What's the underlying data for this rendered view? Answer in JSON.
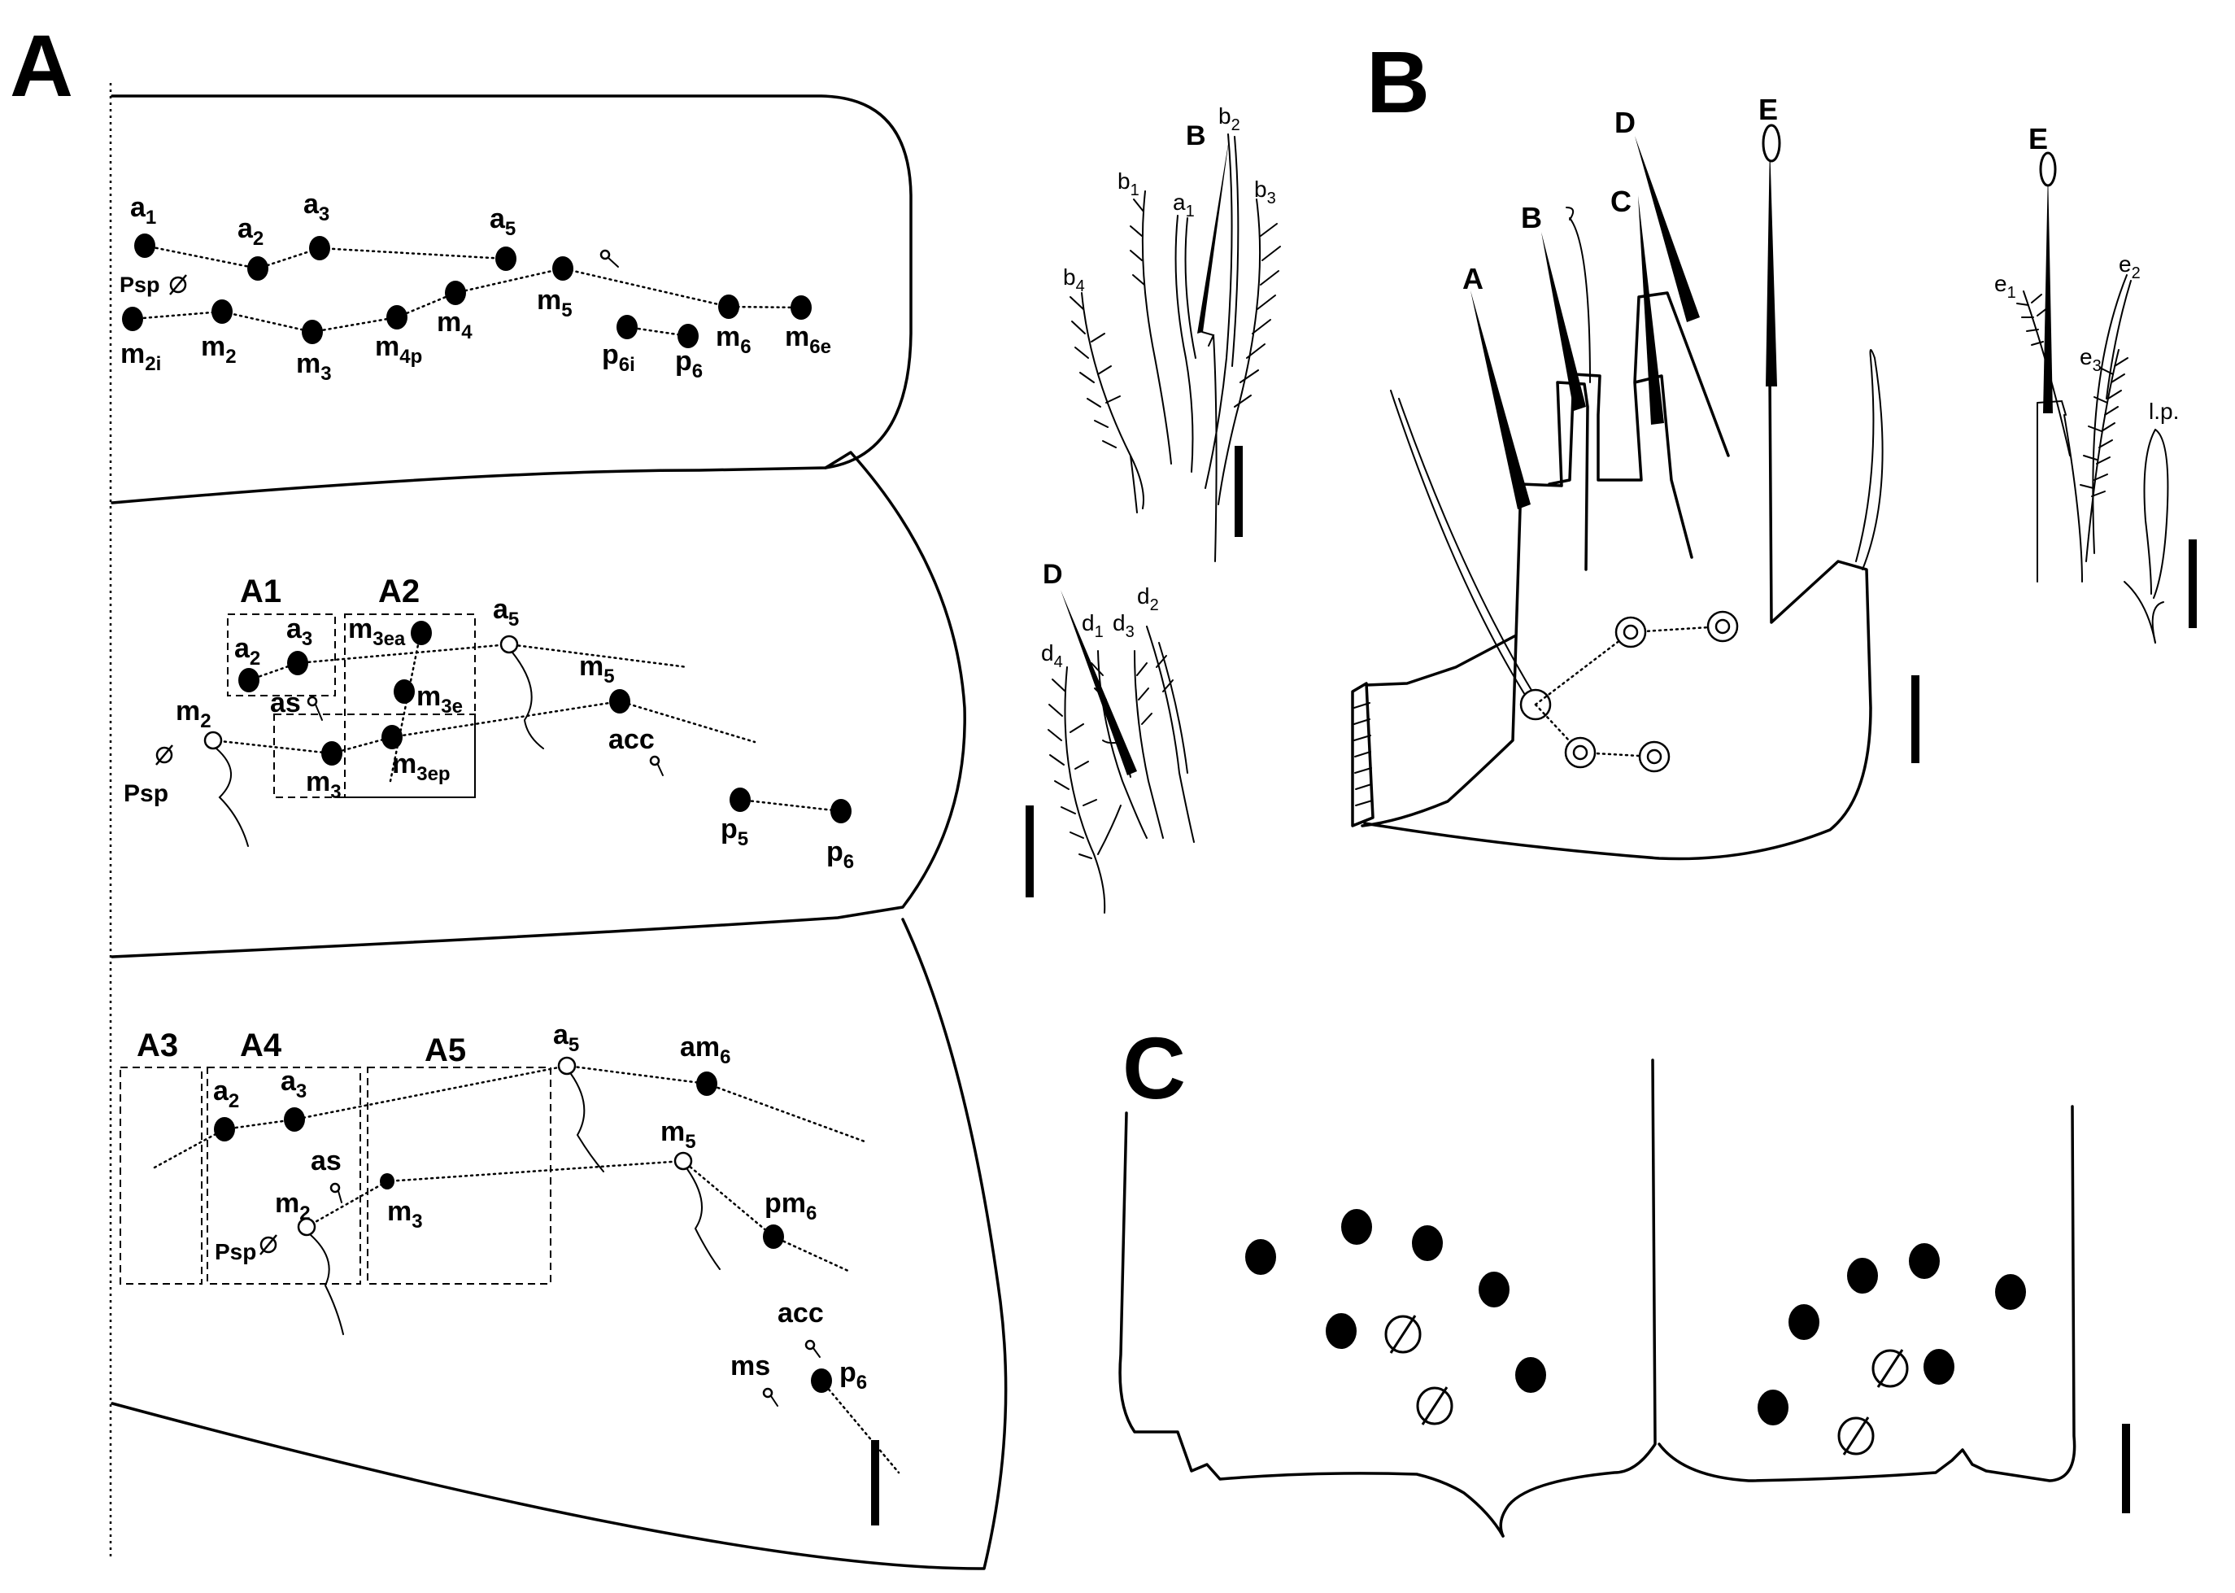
{
  "panels": {
    "a": "A",
    "b": "B",
    "c": "C"
  },
  "panelA": {
    "seg1": {
      "labels": {
        "a1": [
          "a",
          "1"
        ],
        "a2": [
          "a",
          "2"
        ],
        "a3": [
          "a",
          "3"
        ],
        "a5": [
          "a",
          "5"
        ],
        "psp": [
          "Psp",
          ""
        ],
        "m2i": [
          "m",
          "2i"
        ],
        "m2": [
          "m",
          "2"
        ],
        "m3": [
          "m",
          "3"
        ],
        "m4p": [
          "m",
          "4p"
        ],
        "m4": [
          "m",
          "4"
        ],
        "m5": [
          "m",
          "5"
        ],
        "p6i": [
          "p",
          "6i"
        ],
        "p6": [
          "p",
          "6"
        ],
        "m6": [
          "m",
          "6"
        ],
        "m6e": [
          "m",
          "6e"
        ]
      }
    },
    "seg2": {
      "boxes": {
        "A1": "A1",
        "A2": "A2"
      },
      "labels": {
        "a2": [
          "a",
          "2"
        ],
        "a3": [
          "a",
          "3"
        ],
        "m3ea": [
          "m",
          "3ea"
        ],
        "a5": [
          "a",
          "5"
        ],
        "as": [
          "as",
          ""
        ],
        "m3e": [
          "m",
          "3e"
        ],
        "m5": [
          "m",
          "5"
        ],
        "m2": [
          "m",
          "2"
        ],
        "psp": [
          "Psp",
          ""
        ],
        "m3": [
          "m",
          "3"
        ],
        "m3ep": [
          "m",
          "3ep"
        ],
        "acc": [
          "acc",
          ""
        ],
        "p5": [
          "p",
          "5"
        ],
        "p6": [
          "p",
          "6"
        ]
      }
    },
    "seg3": {
      "boxes": {
        "A3": "A3",
        "A4": "A4",
        "A5": "A5"
      },
      "labels": {
        "a5": [
          "a",
          "5"
        ],
        "am6": [
          "am",
          "6"
        ],
        "a2": [
          "a",
          "2"
        ],
        "a3": [
          "a",
          "3"
        ],
        "m5": [
          "m",
          "5"
        ],
        "as": [
          "as",
          ""
        ],
        "m2": [
          "m",
          "2"
        ],
        "m3": [
          "m",
          "3"
        ],
        "pm6": [
          "pm",
          "6"
        ],
        "psp": [
          "Psp",
          ""
        ],
        "acc": [
          "acc",
          ""
        ],
        "ms": [
          "ms",
          ""
        ],
        "p6": [
          "p",
          "6"
        ]
      }
    }
  },
  "insetB": {
    "labels": {
      "B": [
        "B",
        ""
      ],
      "b1": [
        "b",
        "1"
      ],
      "b2": [
        "b",
        "2"
      ],
      "b3": [
        "b",
        "3"
      ],
      "a1": [
        "a",
        "1"
      ],
      "b4": [
        "b",
        "4"
      ]
    }
  },
  "insetD": {
    "labels": {
      "D": [
        "D",
        ""
      ],
      "d1": [
        "d",
        "1"
      ],
      "d2": [
        "d",
        "2"
      ],
      "d3": [
        "d",
        "3"
      ],
      "d4": [
        "d",
        "4"
      ]
    }
  },
  "panelB": {
    "labels": {
      "A": "A",
      "B": "B",
      "C": "C",
      "D": "D",
      "E": "E"
    }
  },
  "insetE": {
    "labels": {
      "E": [
        "E",
        ""
      ],
      "e1": [
        "e",
        "1"
      ],
      "e2": [
        "e",
        "2"
      ],
      "e3": [
        "e",
        "3"
      ],
      "lp": [
        "l.p.",
        ""
      ]
    }
  }
}
